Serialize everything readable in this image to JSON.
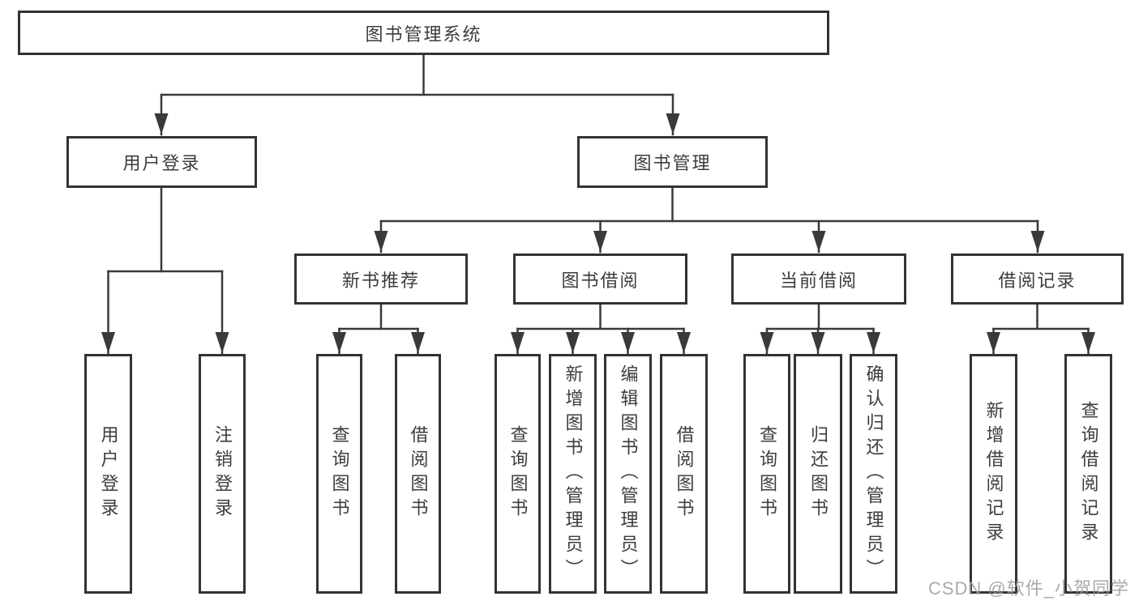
{
  "tree": {
    "label": "图书管理系统",
    "children": [
      {
        "label": "用户登录",
        "children": [
          {
            "label": "用户登录"
          },
          {
            "label": "注销登录"
          }
        ]
      },
      {
        "label": "图书管理",
        "children": [
          {
            "label": "新书推荐",
            "children": [
              {
                "label": "查询图书"
              },
              {
                "label": "借阅图书"
              }
            ]
          },
          {
            "label": "图书借阅",
            "children": [
              {
                "label": "查询图书"
              },
              {
                "label": "新增图书（管理员）"
              },
              {
                "label": "编辑图书（管理员）"
              },
              {
                "label": "借阅图书"
              }
            ]
          },
          {
            "label": "当前借阅",
            "children": [
              {
                "label": "查询图书"
              },
              {
                "label": "归还图书"
              },
              {
                "label": "确认归还（管理员）"
              }
            ]
          },
          {
            "label": "借阅记录",
            "children": [
              {
                "label": "新增借阅记录"
              },
              {
                "label": "查询借阅记录"
              }
            ]
          }
        ]
      }
    ]
  },
  "watermark": {
    "text": "CSDN @软件_小贺同学"
  },
  "colors": {
    "line": "#3a3a3a",
    "box_border": "#333333",
    "text": "#3d3d3d",
    "background": "#ffffff",
    "watermark": "#9e9e9e"
  }
}
